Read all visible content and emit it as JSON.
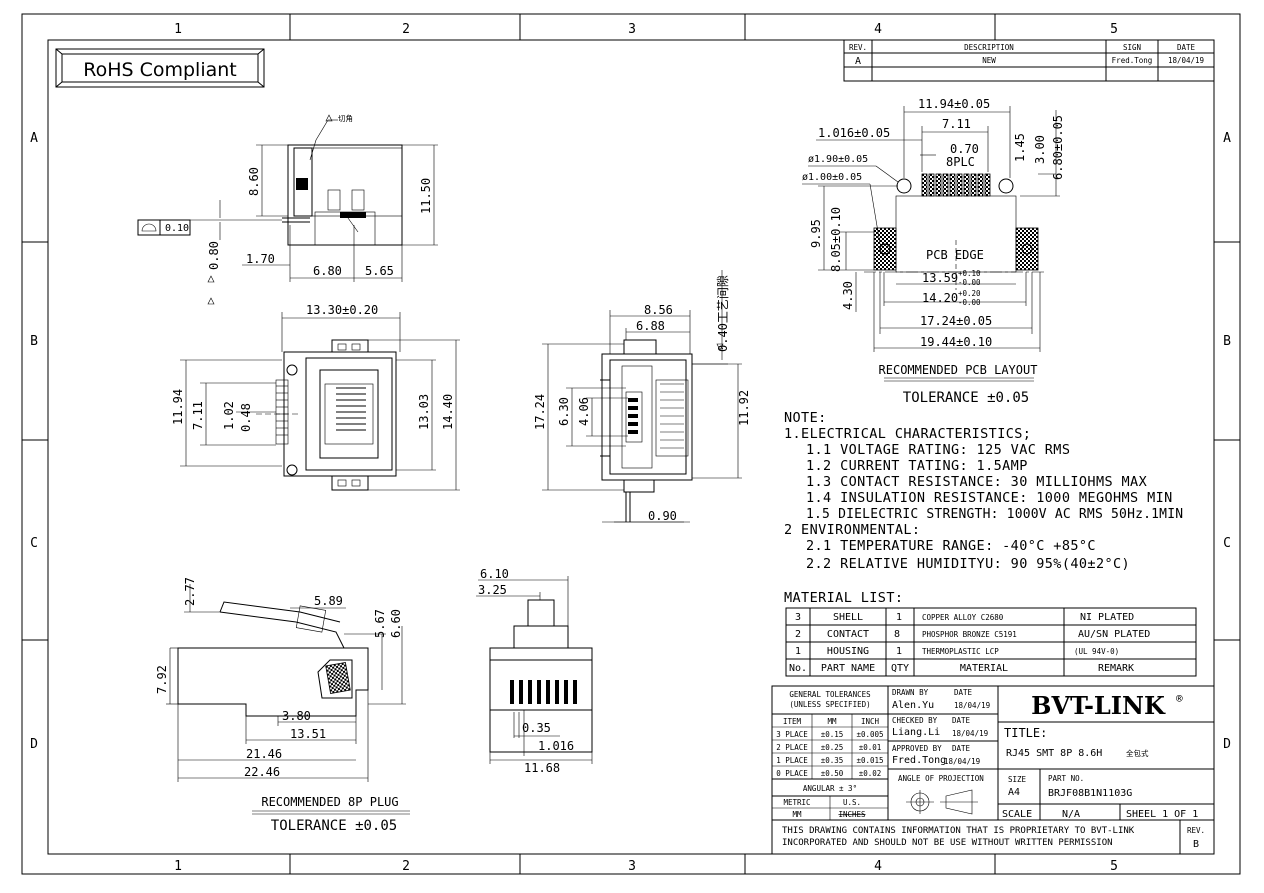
{
  "frame": {
    "columns": [
      "1",
      "2",
      "3",
      "4",
      "5"
    ],
    "rows": [
      "A",
      "B",
      "C",
      "D"
    ]
  },
  "rohs": "RoHS Compliant",
  "revision": {
    "headers": [
      "REV.",
      "DESCRIPTION",
      "SIGN",
      "DATE"
    ],
    "row": [
      "A",
      "NEW",
      "Fred.Tong",
      "18/04/19"
    ]
  },
  "side_view": {
    "callout": "切角",
    "dims": [
      "8.60",
      "11.50",
      "0.10",
      "0.80",
      "1.70",
      "6.80",
      "5.65"
    ]
  },
  "top_view": {
    "dims": [
      "13.30±0.20",
      "11.94",
      "7.11",
      "1.02",
      "0.48",
      "13.03",
      "14.40"
    ]
  },
  "front_view": {
    "dims": [
      "8.56",
      "6.88",
      "0.40工艺间隙",
      "17.24",
      "6.30",
      "4.06",
      "11.92",
      "0.90"
    ]
  },
  "pcb_layout": {
    "dims": [
      "11.94±0.05",
      "7.11",
      "1.016±0.05",
      "0.70",
      "8PLC",
      "ø1.90±0.05",
      "ø1.00±0.05",
      "1.45",
      "3.00",
      "6.80±0.05",
      "9.95",
      "8.05±0.10",
      "4.30",
      "PCB EDGE",
      "13.59",
      "+0.10",
      "-0.00",
      "14.20",
      "+0.20",
      "-0.00",
      "17.24±0.05",
      "19.44±0.10"
    ],
    "label": "RECOMMENDED PCB LAYOUT",
    "tolerance": "TOLERANCE ±0.05"
  },
  "notes": {
    "lines": [
      "NOTE:",
      "1.ELECTRICAL CHARACTERISTICS;",
      "1.1 VOLTAGE RATING: 125 VAC RMS",
      "1.2 CURRENT TATING: 1.5AMP",
      "1.3 CONTACT RESISTANCE: 30 MILLIOHMS MAX",
      "1.4 INSULATION RESISTANCE: 1000 MEGOHMS MIN",
      "1.5 DIELECTRIC STRENGTH: 1000V AC RMS 50Hz.1MIN",
      "2 ENVIRONMENTAL:",
      "2.1 TEMPERATURE RANGE: -40°C  +85°C",
      "2.2 RELATIVE HUMIDITYU: 90  95%(40±2°C)"
    ]
  },
  "material": {
    "title": "MATERIAL LIST:",
    "rows": [
      [
        "3",
        "SHELL",
        "1",
        "COPPER ALLOY C2680",
        "NI PLATED"
      ],
      [
        "2",
        "CONTACT",
        "8",
        "PHOSPHOR BRONZE C5191",
        "AU/SN PLATED"
      ],
      [
        "1",
        "HOUSING",
        "1",
        "THERMOPLASTIC LCP",
        "(UL 94V-0)"
      ],
      [
        "No.",
        "PART NAME",
        "QTY",
        "MATERIAL",
        "REMARK"
      ]
    ]
  },
  "plug_side": {
    "dims": [
      "2.77",
      "5.89",
      "5.67",
      "6.60",
      "7.92",
      "3.80",
      "13.51",
      "21.46",
      "22.46"
    ],
    "label": "RECOMMENDED 8P PLUG",
    "tolerance": "TOLERANCE ±0.05"
  },
  "plug_front": {
    "dims": [
      "6.10",
      "3.25",
      "0.35",
      "1.016",
      "11.68"
    ]
  },
  "title_block": {
    "gen_tol_title": [
      "GENERAL TOLERANCES",
      "(UNLESS SPECIFIED)"
    ],
    "tol_headers": [
      "ITEM",
      "MM",
      "INCH"
    ],
    "tol_rows": [
      [
        "3 PLACE",
        "±0.15",
        "±0.005"
      ],
      [
        "2 PLACE",
        "±0.25",
        "±0.01"
      ],
      [
        "1 PLACE",
        "±0.35",
        "±0.015"
      ],
      [
        "0 PLACE",
        "±0.50",
        "±0.02"
      ]
    ],
    "angular": "ANGULAR ± 3°",
    "metric": "METRIC",
    "us": "U.S.",
    "mm": "MM",
    "inches": "INCHES",
    "drawn_by": "DRAWN BY",
    "checked_by": "CHECKED BY",
    "approved_by": "APPROVED BY",
    "date": "DATE",
    "drawn_name": "Alen.Yu",
    "checked_name": "Liang.Li",
    "approved_name": "Fred.Tong",
    "drawn_date": "18/04/19",
    "checked_date": "18/04/19",
    "approved_date": "18/04/19",
    "angle_proj": "ANGLE OF PROJECTION",
    "brand": "BVT-LINK",
    "brand_mark": "®",
    "title_label": "TITLE:",
    "title_value": "RJ45 SMT 8P  8.6H",
    "title_cn": "全包式",
    "size_label": "SIZE",
    "size_value": "A4",
    "part_label": "PART NO.",
    "part_value": "BRJF08B1N1103G",
    "scale_label": "SCALE",
    "scale_value": "N/A",
    "sheet": "SHEEL 1 OF 1",
    "proprietary1": "THIS DRAWING CONTAINS INFORMATION THAT IS PROPRIETARY TO BVT-LINK",
    "proprietary2": "INCORPORATED AND SHOULD NOT BE USE WITHOUT WRITTEN PERMISSION",
    "rev_label": "REV.",
    "rev_value": "B"
  }
}
